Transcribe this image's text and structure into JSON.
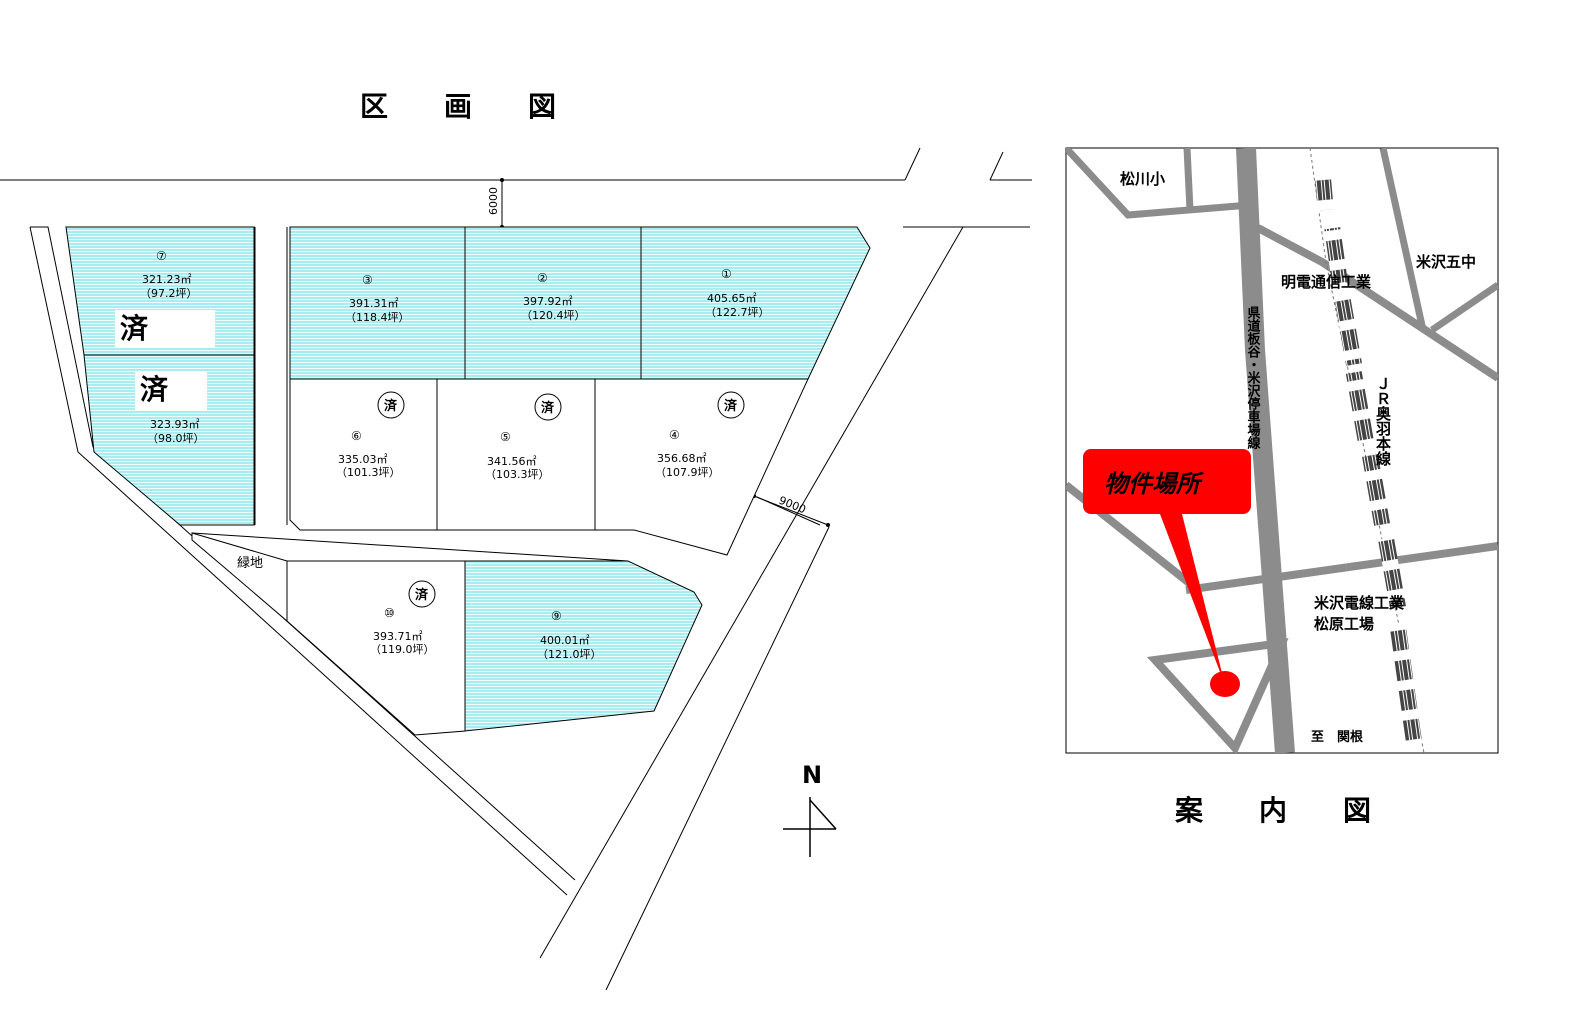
{
  "titles": {
    "plot_map": "区　　画　　図",
    "guide_map": "案　　内　　図"
  },
  "dimensions": {
    "road_north": "6000",
    "road_east": "9000"
  },
  "green_area": "緑地",
  "sold_mark": "済",
  "north_label": "N",
  "colors": {
    "available_fill": "#a8eef0",
    "available_hatch": "#ffffff",
    "property_marker": "#ff0000",
    "road_gray": "#8c8c8c"
  },
  "lots": [
    {
      "no": "①",
      "area": "405.65㎡",
      "tsubo": "（122.7坪）",
      "sold": false
    },
    {
      "no": "②",
      "area": "397.92㎡",
      "tsubo": "（120.4坪）",
      "sold": false
    },
    {
      "no": "③",
      "area": "391.31㎡",
      "tsubo": "（118.4坪）",
      "sold": false
    },
    {
      "no": "④",
      "area": "356.68㎡",
      "tsubo": "（107.9坪）",
      "sold": true
    },
    {
      "no": "⑤",
      "area": "341.56㎡",
      "tsubo": "（103.3坪）",
      "sold": true
    },
    {
      "no": "⑥",
      "area": "335.03㎡",
      "tsubo": "（101.3坪）",
      "sold": true
    },
    {
      "no": "⑦",
      "area": "321.23㎡",
      "tsubo": "（97.2坪）",
      "sold": false
    },
    {
      "no": "",
      "area": "323.93㎡",
      "tsubo": "（98.0坪）",
      "sold": false
    },
    {
      "no": "⑨",
      "area": "400.01㎡",
      "tsubo": "（121.0坪）",
      "sold": false
    },
    {
      "no": "⑩",
      "area": "393.71㎡",
      "tsubo": "（119.0坪）",
      "sold": true
    }
  ],
  "guide": {
    "school": "松川小",
    "school2": "米沢五中",
    "company1": "明電通信工業",
    "route_road": "県道板谷・米沢停車場線",
    "rail": "ＪＲ奥羽本線",
    "factory_line1": "米沢電線工業",
    "factory_line2": "松原工場",
    "to_label": "至　関根",
    "property_label": "物件場所"
  }
}
